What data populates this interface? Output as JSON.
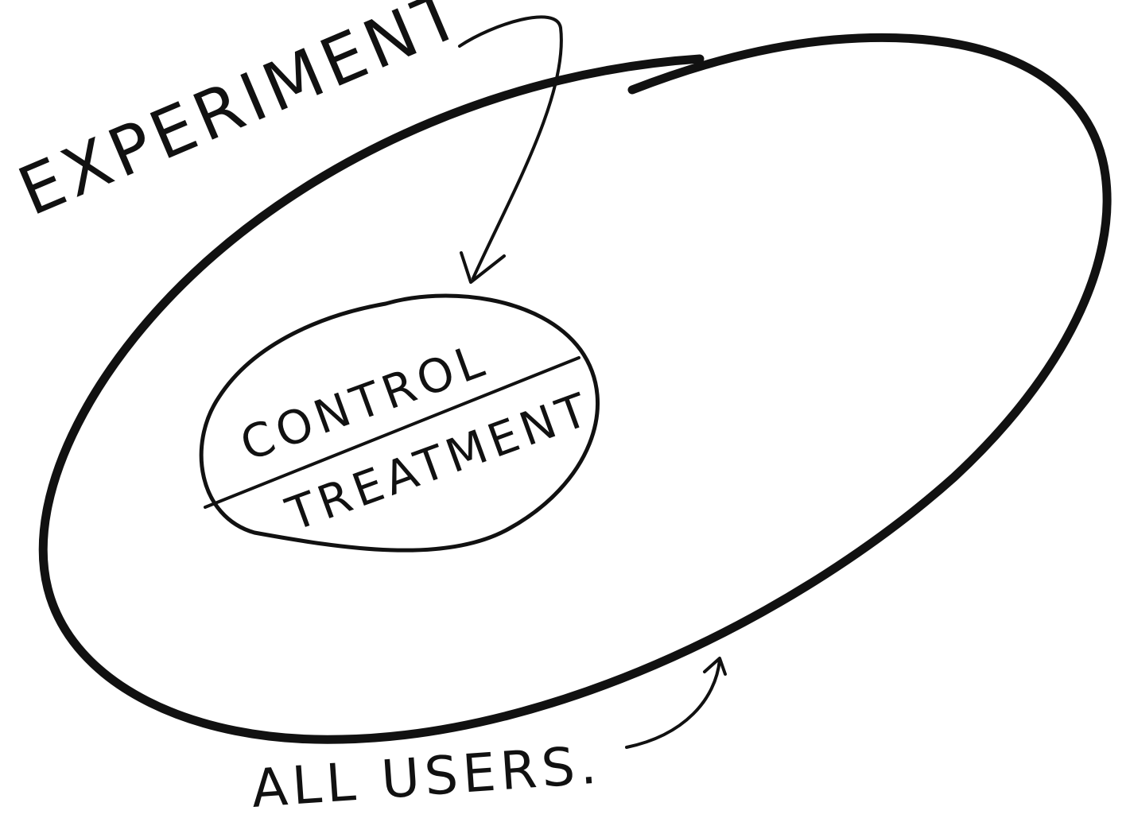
{
  "diagram": {
    "labels": {
      "experiment": "EXPERIMENT",
      "control": "CONTROL",
      "treatment": "TREATMENT",
      "all_users": "ALL USERS."
    },
    "ink_color": "#111111",
    "background_color": "#ffffff"
  }
}
